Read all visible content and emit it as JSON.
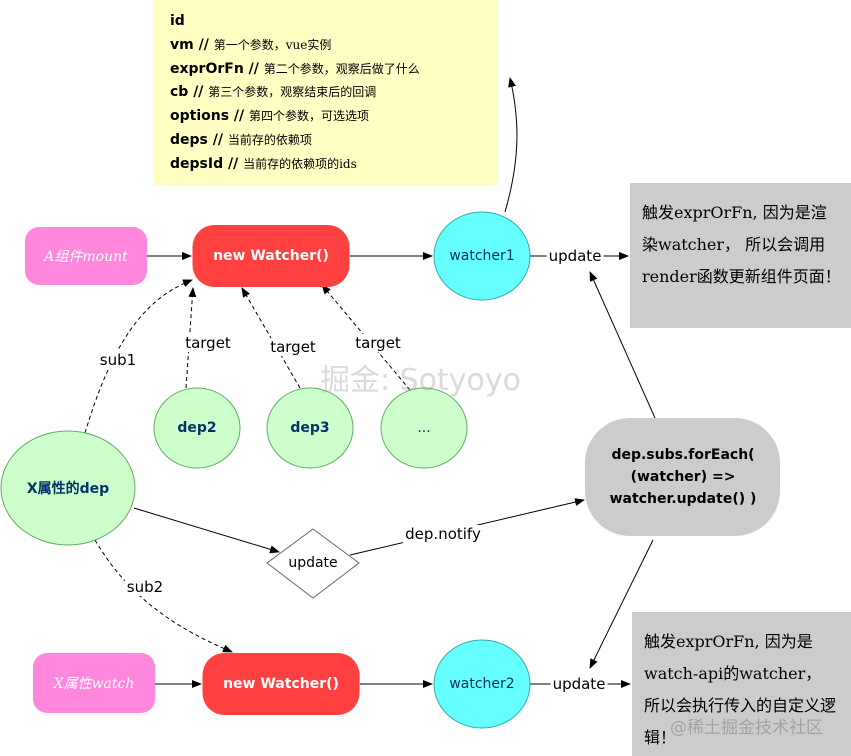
{
  "note": {
    "lines": [
      {
        "key": "id",
        "comment": ""
      },
      {
        "key": "vm //",
        "comment": "第一个参数，vue实例"
      },
      {
        "key": "exprOrFn //",
        "comment": "第二个参数，观察后做了什么"
      },
      {
        "key": "cb //",
        "comment": "第三个参数，观察结束后的回调"
      },
      {
        "key": "options //",
        "comment": "第四个参数，可选选项"
      },
      {
        "key": "deps //",
        "comment": "当前存的依赖项"
      },
      {
        "key": "depsId //",
        "comment": "当前存的依赖项的ids"
      }
    ]
  },
  "nodes": {
    "a_mount": "A组件mount",
    "new_watcher_1": "new Watcher()",
    "watcher1": "watcher1",
    "dep2": "dep2",
    "dep3": "dep3",
    "dep_more": "...",
    "x_dep": "X属性的dep",
    "update_diamond": "update",
    "dep_subs": "dep.subs.forEach( (watcher) => watcher.update() )",
    "x_watch": "X属性watch",
    "new_watcher_2": "new Watcher()",
    "watcher2": "watcher2"
  },
  "labels": {
    "update_1": "update",
    "update_2": "update",
    "target_1": "target",
    "target_2": "target",
    "target_3": "target",
    "sub1": "sub1",
    "sub2": "sub2",
    "dep_notify": "dep.notify"
  },
  "notes": {
    "render_watcher": "触发exprOrFn, 因为是渲染watcher， 所以会调用render函数更新组件页面！",
    "watch_api": "触发exprOrFn, 因为是watch-api的watcher， 所以会执行传入的自定义逻辑！"
  },
  "watermarks": {
    "center": "掘金: Sotyoyo",
    "corner": "@稀土掘金技术社区"
  },
  "colors": {
    "pink": "#ff88dd",
    "red": "#ff4040",
    "cyan": "#66ffff",
    "green": "#ccffcc",
    "gray": "#cccccc",
    "yellow": "#ffffc4"
  }
}
